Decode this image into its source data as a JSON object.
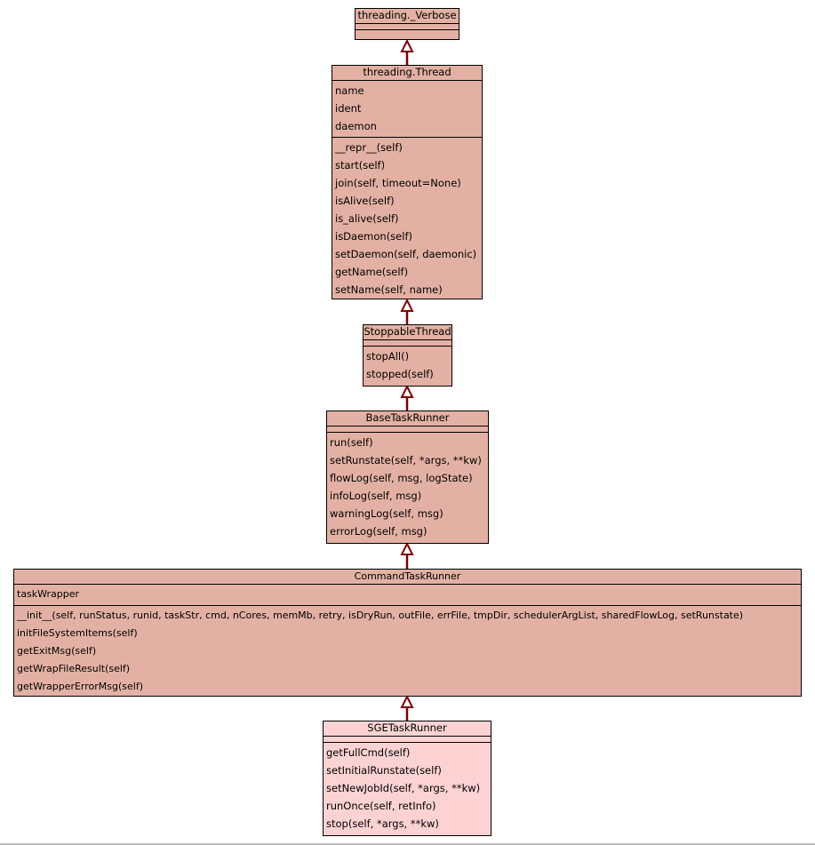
{
  "colors": {
    "class_fill": "#e3b1a3",
    "leaf_fill": "#fdd2d3",
    "edge": "#7f0000",
    "border": "#000000"
  },
  "classes": [
    {
      "id": "verbose",
      "name": "threading._Verbose",
      "attributes": [],
      "methods": []
    },
    {
      "id": "thread",
      "name": "threading.Thread",
      "attributes": [
        "name",
        "ident",
        "daemon"
      ],
      "methods": [
        "__repr__(self)",
        "start(self)",
        "join(self, timeout=None)",
        "isAlive(self)",
        "is_alive(self)",
        "isDaemon(self)",
        "setDaemon(self, daemonic)",
        "getName(self)",
        "setName(self, name)"
      ]
    },
    {
      "id": "stoppable",
      "name": "StoppableThread",
      "attributes": [],
      "methods": [
        "stopAll()",
        "stopped(self)"
      ]
    },
    {
      "id": "base",
      "name": "BaseTaskRunner",
      "attributes": [],
      "methods": [
        "run(self)",
        "setRunstate(self, *args, **kw)",
        "flowLog(self, msg, logState)",
        "infoLog(self, msg)",
        "warningLog(self, msg)",
        "errorLog(self, msg)"
      ]
    },
    {
      "id": "command",
      "name": "CommandTaskRunner",
      "attributes": [
        "taskWrapper"
      ],
      "methods": [
        "__init__(self, runStatus, runid, taskStr, cmd, nCores, memMb, retry, isDryRun, outFile, errFile, tmpDir, schedulerArgList, sharedFlowLog, setRunstate)",
        "initFileSystemItems(self)",
        "getExitMsg(self)",
        "getWrapFileResult(self)",
        "getWrapperErrorMsg(self)"
      ]
    },
    {
      "id": "sge",
      "name": "SGETaskRunner",
      "attributes": [],
      "methods": [
        "getFullCmd(self)",
        "setInitialRunstate(self)",
        "setNewJobId(self, *args, **kw)",
        "runOnce(self, retInfo)",
        "stop(self, *args, **kw)"
      ]
    }
  ],
  "inheritance": [
    {
      "child": "thread",
      "parent": "verbose"
    },
    {
      "child": "stoppable",
      "parent": "thread"
    },
    {
      "child": "base",
      "parent": "stoppable"
    },
    {
      "child": "command",
      "parent": "base"
    },
    {
      "child": "sge",
      "parent": "command"
    }
  ]
}
